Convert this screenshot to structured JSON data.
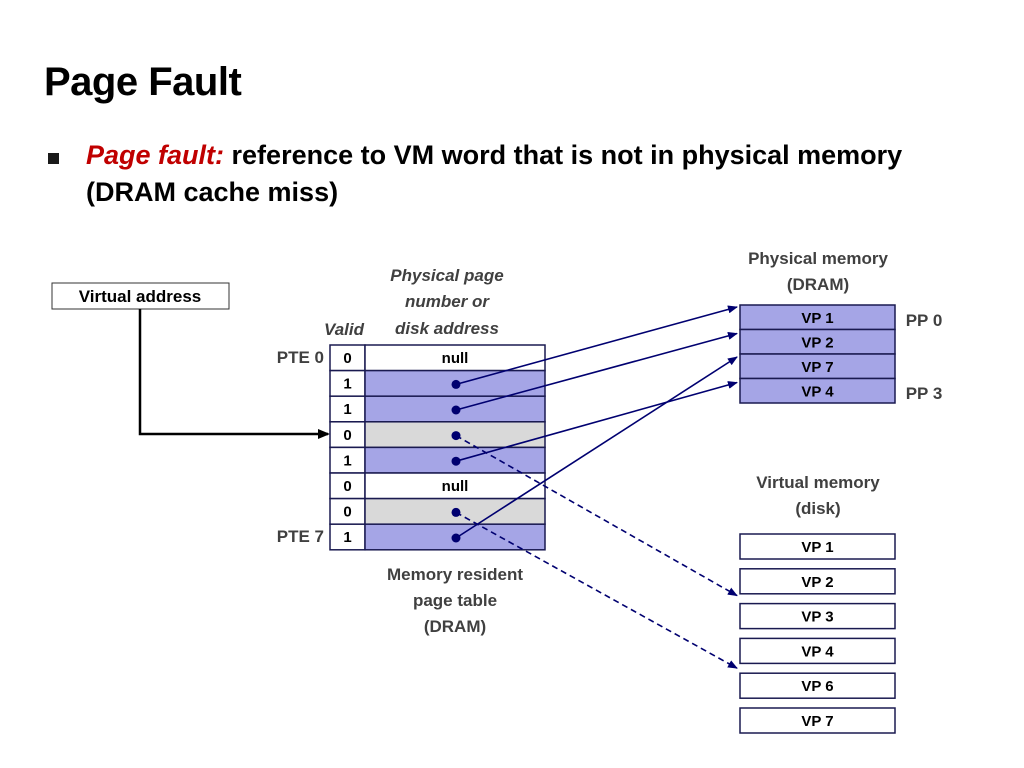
{
  "slide": {
    "title": "Page Fault",
    "bullet": {
      "term": "Page fault:",
      "text": " reference to VM word that is not in physical memory (DRAM cache miss)"
    }
  },
  "diagram": {
    "virtual_address_label": "Virtual address",
    "page_table": {
      "header_valid": "Valid",
      "header_ppn": [
        "Physical page",
        "number or",
        "disk address"
      ],
      "rows": [
        {
          "pte_label": "PTE 0",
          "valid": "0",
          "content": "null",
          "state": "null"
        },
        {
          "pte_label": "",
          "valid": "1",
          "content": "",
          "state": "resident"
        },
        {
          "pte_label": "",
          "valid": "1",
          "content": "",
          "state": "resident"
        },
        {
          "pte_label": "",
          "valid": "0",
          "content": "",
          "state": "disk"
        },
        {
          "pte_label": "",
          "valid": "1",
          "content": "",
          "state": "resident"
        },
        {
          "pte_label": "",
          "valid": "0",
          "content": "null",
          "state": "null"
        },
        {
          "pte_label": "",
          "valid": "0",
          "content": "",
          "state": "disk"
        },
        {
          "pte_label": "PTE 7",
          "valid": "1",
          "content": "",
          "state": "resident"
        }
      ],
      "caption": [
        "Memory resident",
        "page table",
        "(DRAM)"
      ]
    },
    "physical_memory": {
      "title": [
        "Physical memory",
        "(DRAM)"
      ],
      "pages": [
        "VP 1",
        "VP 2",
        "VP 7",
        "VP 4"
      ],
      "pp_labels": [
        "PP 0",
        "PP 3"
      ]
    },
    "virtual_memory": {
      "title": [
        "Virtual memory",
        "(disk)"
      ],
      "pages": [
        "VP 1",
        "VP 2",
        "VP 3",
        "VP 4",
        "VP 6",
        "VP 7"
      ]
    },
    "colors": {
      "resident_fill": "#a5a5e6",
      "disk_fill": "#d9d9d9",
      "null_fill": "#ffffff",
      "border": "#1a1a50",
      "arrow": "#000070",
      "title_red": "#c00000"
    }
  }
}
